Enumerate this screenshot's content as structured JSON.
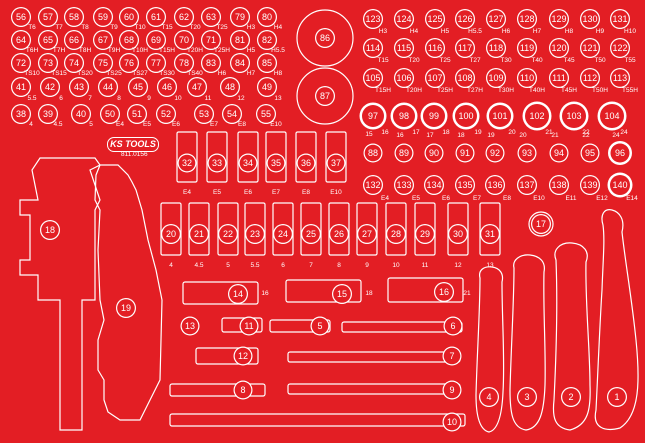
{
  "colors": {
    "tray": "#e31e24",
    "foam_cut": "#ffffff",
    "badge": "#e31e24",
    "text": "#ffffff"
  },
  "brand": "KS TOOLS",
  "article_number": "811.0156",
  "label_rows": {
    "r1": [
      "T6",
      "T7",
      "T8",
      "T9",
      "T10",
      "T15",
      "T20",
      "T25",
      "H3",
      "H4"
    ],
    "r2": [
      "T6H",
      "T7H",
      "T8H",
      "T9H",
      "T10H",
      "T15H",
      "T20H",
      "T25H",
      "H5",
      "H5.5"
    ],
    "r3": [
      "TS10",
      "TS15",
      "TS20",
      "TS25",
      "TS27",
      "TS30",
      "TS40",
      "H6",
      "H7",
      "H8"
    ],
    "r4": [
      "5.5",
      "6",
      "7",
      "8",
      "9",
      "10",
      "11",
      "12",
      "13"
    ],
    "r5": [
      "4",
      "4.5",
      "5",
      "E4",
      "E5",
      "E6",
      "E7",
      "E8",
      "E10"
    ],
    "r6": [
      "H3",
      "H4",
      "H5",
      "H5.5",
      "H6",
      "H7",
      "H8",
      "H9",
      "H10"
    ],
    "r7": [
      "T15",
      "T20",
      "T25",
      "T27",
      "T30",
      "T40",
      "T45",
      "T50",
      "T55"
    ],
    "r8": [
      "T15H",
      "T20H",
      "T25H",
      "T27H",
      "T30H",
      "T40H",
      "T45H",
      "T50H",
      "T55H"
    ],
    "r9": [
      "16",
      "17",
      "18",
      "19",
      "20",
      "21",
      "22",
      "24"
    ],
    "r10": [
      "15",
      "16",
      "17",
      "18",
      "19",
      "20",
      "21",
      "22",
      "24"
    ],
    "r11": [
      "E4",
      "E5",
      "E6",
      "E7",
      "E8",
      "E10",
      "E11",
      "E12",
      "E14"
    ],
    "r12": [
      "E4",
      "E5",
      "E6",
      "E7",
      "E8",
      "E10"
    ],
    "r13": [
      "4",
      "4.5",
      "5",
      "5.5",
      "6",
      "7",
      "8",
      "9",
      "10",
      "11",
      "12",
      "13"
    ],
    "r14": [
      "16",
      "18",
      "21"
    ]
  }
}
